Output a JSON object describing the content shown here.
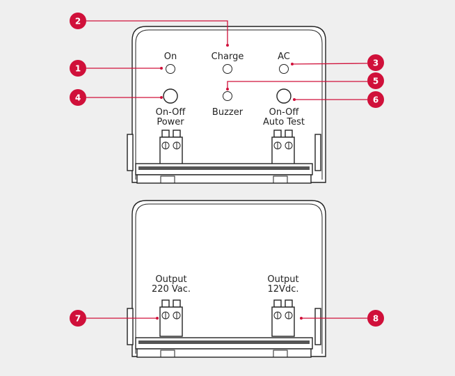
{
  "accent_color": "#d0103a",
  "top_panel": {
    "leds": {
      "on": "On",
      "charge": "Charge",
      "ac": "AC"
    },
    "power_button": {
      "line1": "On-Off",
      "line2": "Power"
    },
    "buzzer": "Buzzer",
    "autotest_button": {
      "line1": "On-Off",
      "line2": "Auto Test"
    }
  },
  "bottom_panel": {
    "output_ac": {
      "line1": "Output",
      "line2": "220 Vac."
    },
    "output_dc": {
      "line1": "Output",
      "line2": "12Vdc."
    }
  },
  "callouts": [
    "1",
    "2",
    "3",
    "4",
    "5",
    "6",
    "7",
    "8"
  ]
}
